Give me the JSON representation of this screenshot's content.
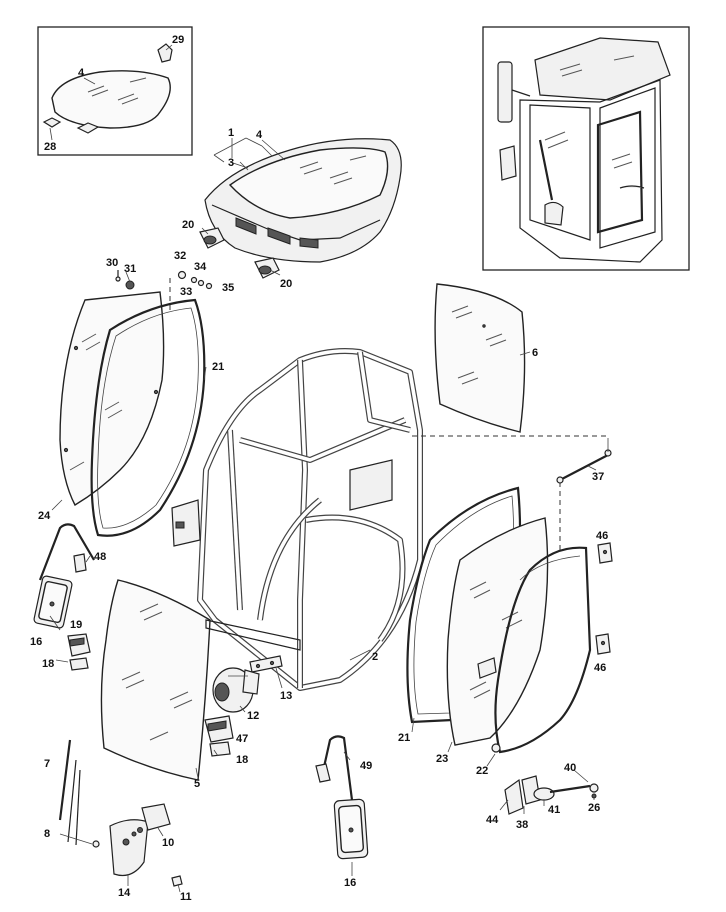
{
  "diagram": {
    "callouts": [
      {
        "id": "c29",
        "text": "29"
      },
      {
        "id": "c4a",
        "text": "4"
      },
      {
        "id": "c28",
        "text": "28"
      },
      {
        "id": "c1",
        "text": "1"
      },
      {
        "id": "c4b",
        "text": "4"
      },
      {
        "id": "c3",
        "text": "3"
      },
      {
        "id": "c20a",
        "text": "20"
      },
      {
        "id": "c20b",
        "text": "20"
      },
      {
        "id": "c30",
        "text": "30"
      },
      {
        "id": "c31",
        "text": "31"
      },
      {
        "id": "c32",
        "text": "32"
      },
      {
        "id": "c34",
        "text": "34"
      },
      {
        "id": "c33",
        "text": "33"
      },
      {
        "id": "c35",
        "text": "35"
      },
      {
        "id": "c21a",
        "text": "21"
      },
      {
        "id": "c6",
        "text": "6"
      },
      {
        "id": "c37",
        "text": "37"
      },
      {
        "id": "c24",
        "text": "24"
      },
      {
        "id": "c48",
        "text": "48"
      },
      {
        "id": "c46a",
        "text": "46"
      },
      {
        "id": "c16a",
        "text": "16"
      },
      {
        "id": "c19",
        "text": "19"
      },
      {
        "id": "c18a",
        "text": "18"
      },
      {
        "id": "c2",
        "text": "2"
      },
      {
        "id": "c46b",
        "text": "46"
      },
      {
        "id": "c13",
        "text": "13"
      },
      {
        "id": "c12",
        "text": "12"
      },
      {
        "id": "c47",
        "text": "47"
      },
      {
        "id": "c18b",
        "text": "18"
      },
      {
        "id": "c21b",
        "text": "21"
      },
      {
        "id": "c23",
        "text": "23"
      },
      {
        "id": "c22",
        "text": "22"
      },
      {
        "id": "c7",
        "text": "7"
      },
      {
        "id": "c5",
        "text": "5"
      },
      {
        "id": "c49",
        "text": "49"
      },
      {
        "id": "c40",
        "text": "40"
      },
      {
        "id": "c44",
        "text": "44"
      },
      {
        "id": "c41",
        "text": "41"
      },
      {
        "id": "c26",
        "text": "26"
      },
      {
        "id": "c38",
        "text": "38"
      },
      {
        "id": "c8",
        "text": "8"
      },
      {
        "id": "c10",
        "text": "10"
      },
      {
        "id": "c16b",
        "text": "16"
      },
      {
        "id": "c14",
        "text": "14"
      },
      {
        "id": "c11",
        "text": "11"
      }
    ]
  }
}
